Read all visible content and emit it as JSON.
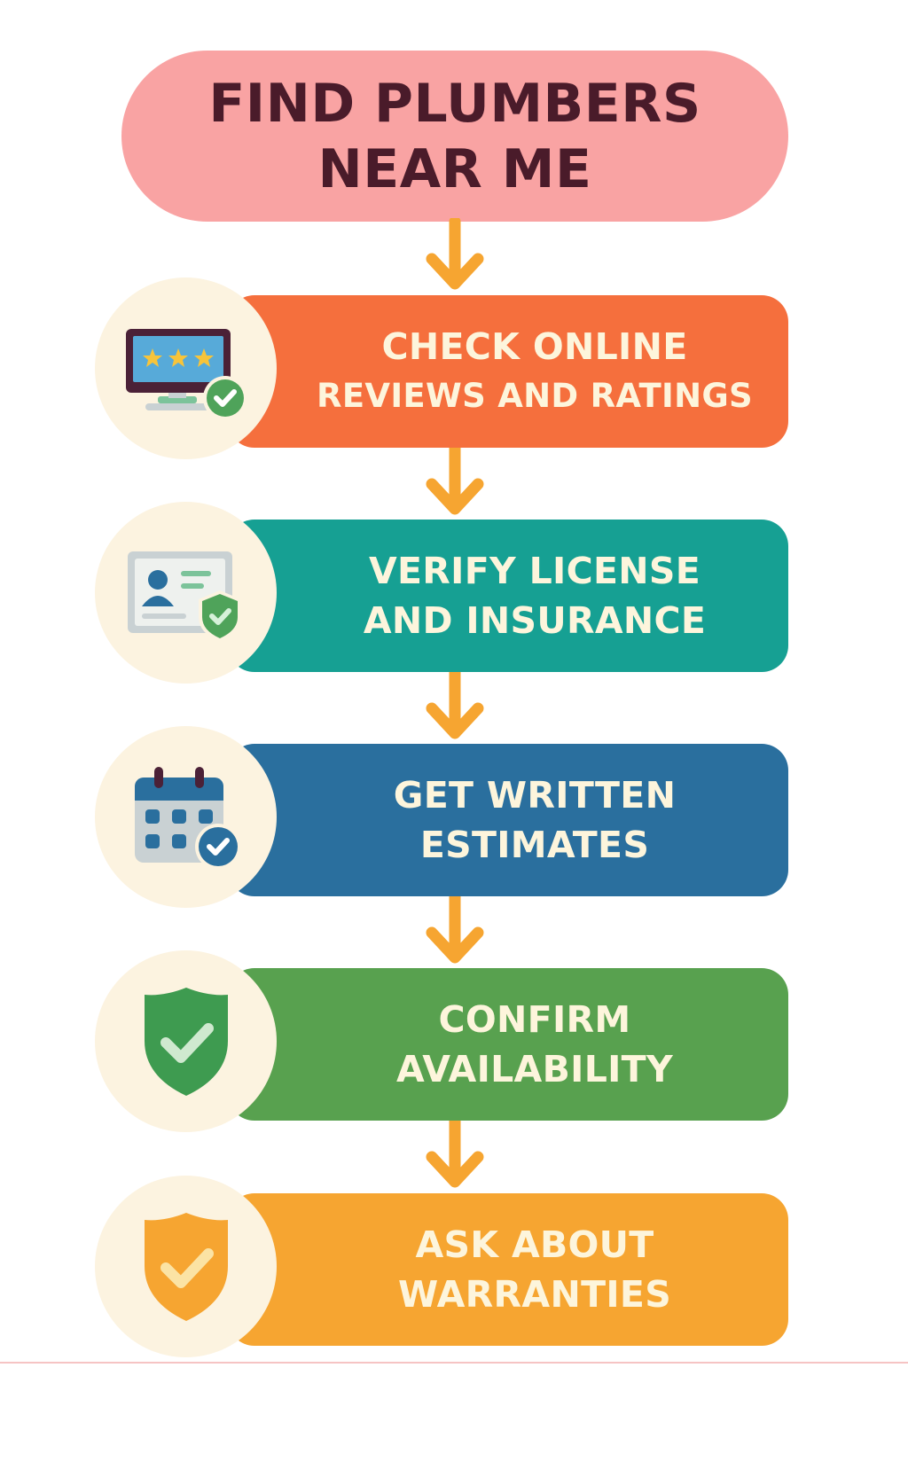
{
  "title": {
    "line1": "FIND PLUMBERS",
    "line2": "NEAR ME"
  },
  "colors": {
    "title_bg": "#f9a3a3",
    "title_text": "#4a1b2a",
    "arrow": "#f6a531",
    "circle_bg": "#fcf3e0",
    "bar_text": "#fdf5dc"
  },
  "steps": [
    {
      "line1": "CHECK ONLINE",
      "line2": "REVIEWS AND RATINGS",
      "color": "#f56f3d",
      "icon": "monitor-stars-check-icon"
    },
    {
      "line1": "VERIFY LICENSE",
      "line2": "AND INSURANCE",
      "color": "#16a093",
      "icon": "id-card-shield-icon"
    },
    {
      "line1": "GET WRITTEN",
      "line2": "ESTIMATES",
      "color": "#2a6f9e",
      "icon": "calendar-check-icon"
    },
    {
      "line1": "CONFIRM",
      "line2": "AVAILABILITY",
      "color": "#58a14f",
      "icon": "green-shield-check-icon"
    },
    {
      "line1": "ASK ABOUT",
      "line2": "WARRANTIES",
      "color": "#f6a531",
      "icon": "orange-shield-check-icon"
    }
  ]
}
